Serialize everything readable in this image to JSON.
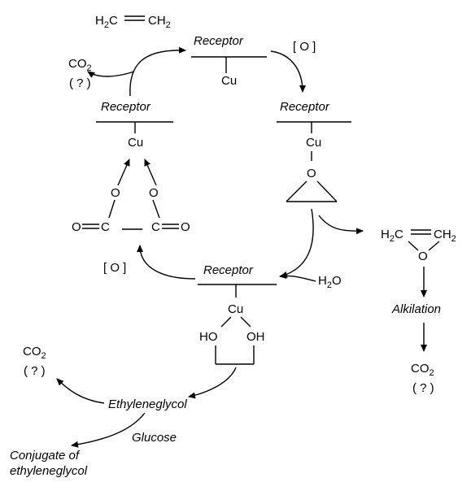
{
  "species": {
    "ethylene_top": {
      "left": "H",
      "left_sub": "2",
      "mid": "C",
      "right": "CH",
      "right_sub": "2"
    },
    "co2_top_left": {
      "main": "CO",
      "sub": "2",
      "note": "( ? )"
    },
    "co2_bottom_left": {
      "main": "CO",
      "sub": "2",
      "note": "( ? )"
    },
    "co2_right": {
      "main": "CO",
      "sub": "2",
      "note": "( ? )"
    },
    "epoxide": {
      "left": "H",
      "left_sub": "2",
      "mid": "C",
      "right": "CH",
      "right_sub": "2",
      "o": "O"
    },
    "water": {
      "main": "H",
      "sub": "2",
      "tail": "O"
    }
  },
  "labels": {
    "receptor": "Receptor",
    "cu": "Cu",
    "o": "O",
    "oxidant": "[ O ]",
    "carbonyl_left": "O",
    "carbonyl_c": "C",
    "carbonyl_right": "O",
    "ho": "HO",
    "oh": "OH",
    "alkilation": "Alkilation",
    "ethyleneglycol": "Ethyleneglycol",
    "glucose": "Glucose",
    "conjugate_line1": "Conjugate of",
    "conjugate_line2": "ethyleneglycol"
  }
}
